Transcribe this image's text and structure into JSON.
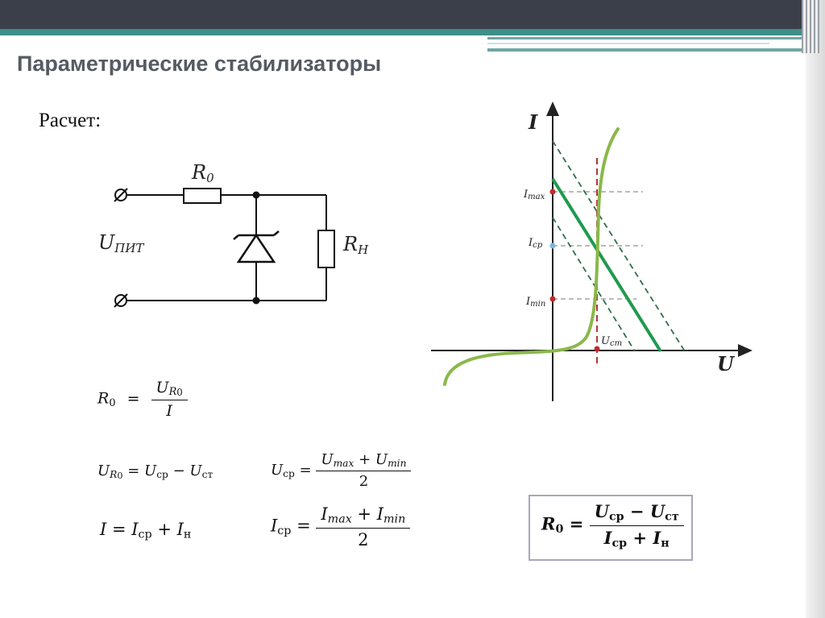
{
  "slide": {
    "title": "Параметрические стабилизаторы",
    "subtitle": "Расчет:"
  },
  "circuit": {
    "r0_label_main": "R",
    "r0_label_sub": "0",
    "rn_label_main": "R",
    "rn_label_sub": "Н",
    "upit_label_main": "U",
    "upit_label_sub": "ПИТ"
  },
  "graph": {
    "y_axis_label": "I",
    "x_axis_label": "U",
    "imax_label_main": "I",
    "imax_label_sub": "max",
    "icp_label_main": "I",
    "icp_label_sub": "cp",
    "imin_label_main": "I",
    "imin_label_sub": "min",
    "ucm_label_main": "U",
    "ucm_label_sub": "cm",
    "colors": {
      "curve": "#8ab84a",
      "load_line": "#1f9a4e",
      "dashed_line": "#2f6e4c",
      "ust_line": "#b03a3a",
      "point_red": "#c0282d",
      "point_blue": "#7cb5e0"
    }
  },
  "formulas": {
    "f1": {
      "lhs": "R",
      "lhs_sub": "0",
      "eq": "=",
      "num": "U",
      "num_sub": "R",
      "num_sub2": "0",
      "den": "I"
    },
    "f2": {
      "a": "U",
      "a_sub": "R",
      "a_sub2": "0",
      "eq": " = ",
      "b": "U",
      "b_sub": "ср",
      "minus": " − ",
      "c": "U",
      "c_sub": "ст"
    },
    "f3": {
      "lhs": "U",
      "lhs_sub": "ср",
      "eq": " = ",
      "num": "U",
      "num_sub": "max",
      "plus": " + ",
      "num2": "U",
      "num2_sub": "min",
      "den": "2"
    },
    "f4": {
      "a": "I",
      "eq": " = ",
      "b": "I",
      "b_sub": "ср",
      "plus": " + ",
      "c": "I",
      "c_sub": "н"
    },
    "f5": {
      "lhs": "I",
      "lhs_sub": "ср",
      "eq": " = ",
      "num": "I",
      "num_sub": "max",
      "plus": " + ",
      "num2": "I",
      "num2_sub": "min",
      "den": "2"
    },
    "boxed": {
      "lhs": "R",
      "lhs_sub": "0",
      "eq": " = ",
      "num_a": "U",
      "num_a_sub": "ср",
      "minus": " − ",
      "num_b": "U",
      "num_b_sub": "ст",
      "den_a": "I",
      "den_a_sub": "ср",
      "plus": " + ",
      "den_b": "I",
      "den_b_sub": "н"
    }
  }
}
